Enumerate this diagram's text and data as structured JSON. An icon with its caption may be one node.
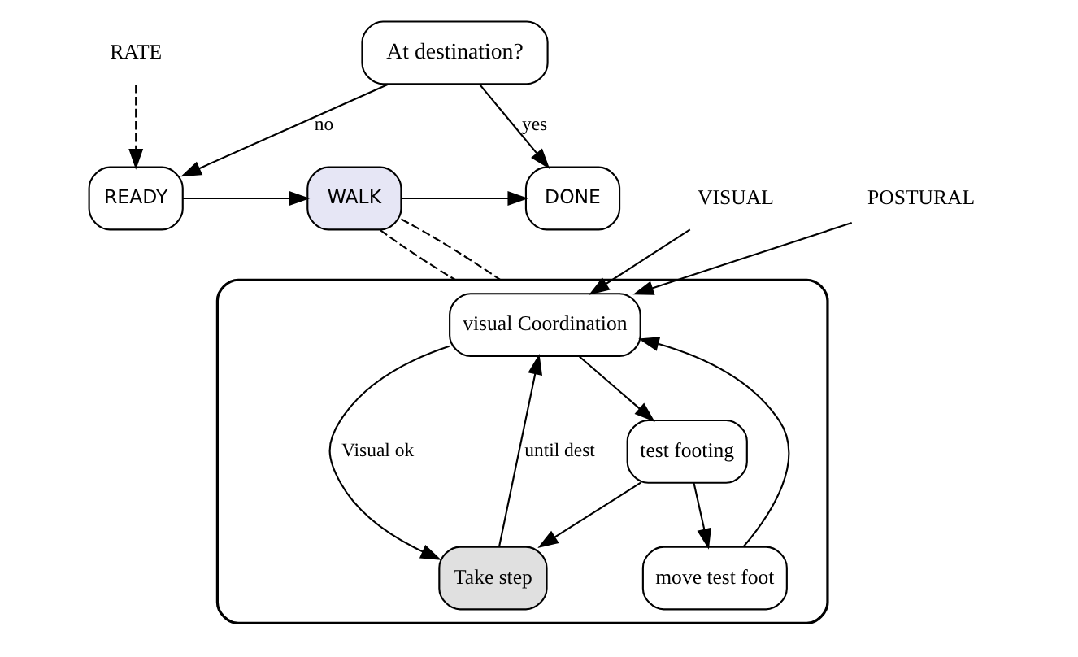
{
  "diagram": {
    "nodes": [
      {
        "text": [
          "At destination?"
        ]
      },
      {
        "text": [
          "READY"
        ]
      },
      {
        "text": [
          "WALK"
        ]
      },
      {
        "text": [
          "DONE"
        ]
      },
      {
        "text": [],
        "shape": "hexagon"
      },
      {
        "text": [
          "visual Coordination"
        ],
        "in": 4
      },
      {
        "text": [
          "test footing"
        ],
        "in": 4
      },
      {
        "text": [
          "Take step"
        ],
        "in": 4
      },
      {
        "text": [
          "move test foot"
        ],
        "in": 4
      },
      {
        "text": [
          "RATE"
        ]
      },
      {
        "text": [
          "VISUAL"
        ]
      },
      {
        "text": [
          "POSTURAL"
        ]
      }
    ],
    "edges": [
      {
        "from": 0,
        "to": 3,
        "arrow": "to",
        "label": "yes"
      },
      {
        "from": 0,
        "to": 1,
        "arrow": "to",
        "label": "no"
      },
      {
        "from": 9,
        "to": 1,
        "arrow": "to",
        "style": "dashed"
      },
      {
        "from": 1,
        "to": 2,
        "arrow": "to"
      },
      {
        "from": 2,
        "to": 3,
        "arrow": "to"
      },
      {
        "from": 2,
        "to": 4,
        "arrow": "none",
        "style": "dashed"
      },
      {
        "from": 2,
        "to": 4,
        "arrow": "none",
        "style": "dashed"
      },
      {
        "from": 10,
        "to": 5,
        "arrow": "to"
      },
      {
        "from": 11,
        "to": 5,
        "arrow": "to"
      },
      {
        "from": 5,
        "to": 7,
        "arrow": "to",
        "label": "Visual ok"
      },
      {
        "from": 5,
        "to": 6,
        "arrow": "to"
      },
      {
        "from": 6,
        "to": 7,
        "arrow": "to"
      },
      {
        "from": 6,
        "to": 8,
        "arrow": "to"
      },
      {
        "from": 8,
        "to": 5,
        "arrow": "to"
      },
      {
        "from": 7,
        "to": 5,
        "arrow": "to",
        "label": "until dest"
      }
    ]
  }
}
